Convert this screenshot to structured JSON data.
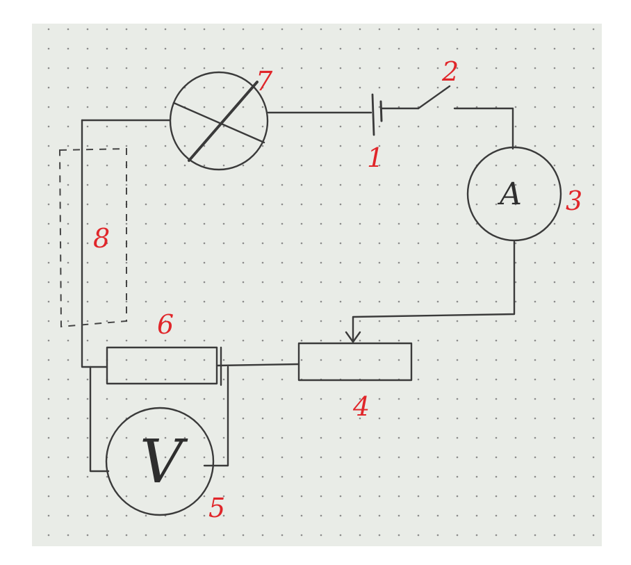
{
  "diagram": {
    "type": "electric circuit schematic",
    "paper_color": "#e9ece7",
    "line_color": "#3a3a3a",
    "label_color": "#e0262a",
    "labels": {
      "battery": "1",
      "switch": "2",
      "ammeter": "3",
      "rheostat": "4",
      "voltmeter": "5",
      "resistor": "6",
      "lamp": "7",
      "dashed_region": "8"
    },
    "meters": {
      "ammeter_symbol": "A",
      "voltmeter_symbol": "V"
    }
  }
}
